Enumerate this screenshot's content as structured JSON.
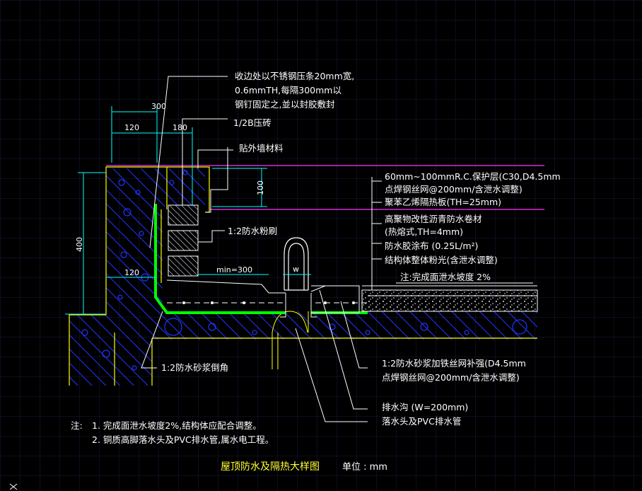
{
  "colors": {
    "background": "#000000",
    "grid": "#1a1a40",
    "leader": "#ffffff",
    "dimension": "#00ffff",
    "structure": "#ffff00",
    "waterproof": "#00ff00",
    "finish_line": "#ff33ff",
    "hatch": "#2233ff",
    "title": "#ffff33"
  },
  "labels": {
    "steel_strip_1": "收边处以不锈钢压条20mm宽,",
    "steel_strip_2": "0.6mmTH,每隔300mm以",
    "steel_strip_3": "钢钉固定之,並以封胶敷封",
    "brick": "1/2B压砖",
    "wall_finish": "贴外墙材料",
    "protect_1": "60mm~100mmR.C.保护层(C30,D4.5mm",
    "protect_2": "点焊钢丝网@200mm/含泄水调整)",
    "insulation": "聚苯乙烯隔热板(TH=25mm)",
    "membrane_1": "高聚物改性沥青防水卷材",
    "membrane_2": "(热熔式,TH=4mm)",
    "coating": "防水胶涂布 (0.25L/m²)",
    "leveling": "结构体整体粉光(含泄水调整)",
    "plaster": "1:2防水粉刷",
    "slope_note": "注:完成面泄水坡度 2%",
    "fillet": "1:2防水砂浆倒角",
    "mortar_1": "1:2防水砂浆加铁丝网补强(D4.5mm",
    "mortar_2": "点焊钢丝网@200mm/含泄水调整)",
    "gutter": "排水沟 (W=200mm)",
    "drain": "落水头及PVC排水管"
  },
  "dimensions": {
    "d300": "300",
    "d120_top": "120",
    "d180": "180",
    "d100": "100",
    "d400": "400",
    "d120_mid": "120",
    "min300": "min=300",
    "w": "w"
  },
  "notes": {
    "prefix": "注:",
    "n1": "1. 完成面泄水坡度2%,结构体应配合调整。",
    "n2": "2. 铜质高脚落水头及PVC排水管,属水电工程。"
  },
  "title": {
    "text": "屋顶防水及隔热大样图",
    "unit": "单位 : mm"
  }
}
